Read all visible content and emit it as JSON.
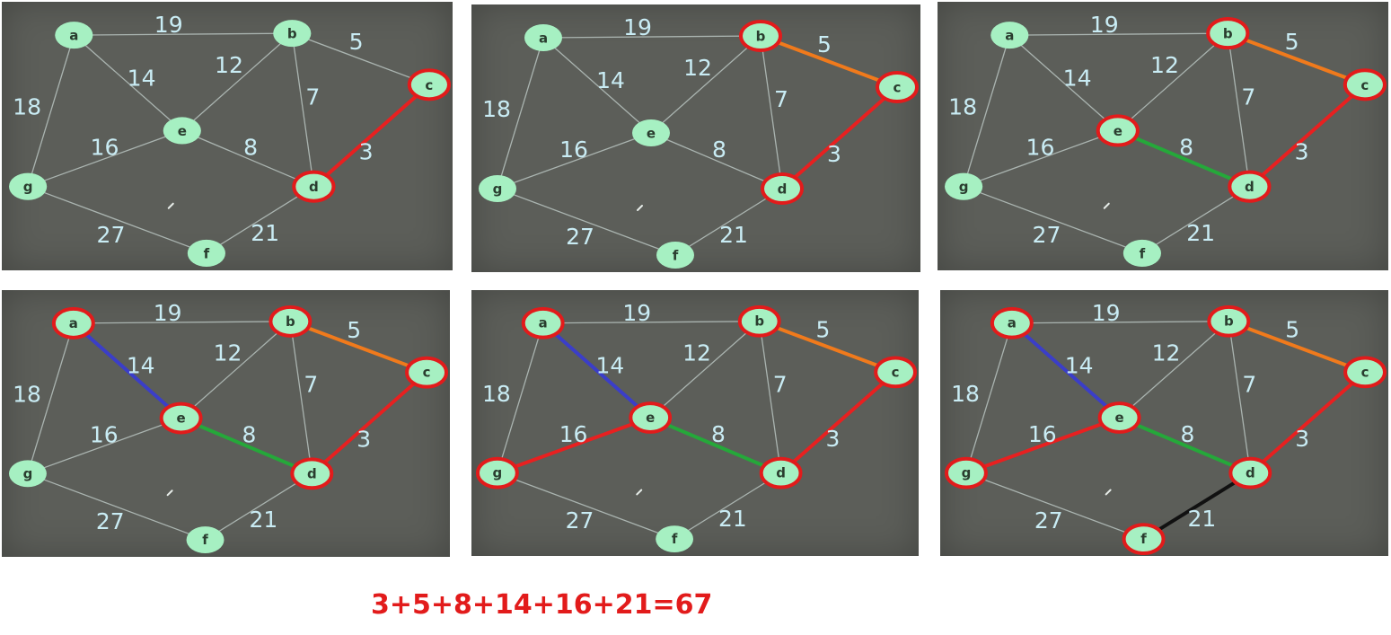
{
  "graph": {
    "nodes": [
      {
        "id": "a",
        "label": "a"
      },
      {
        "id": "b",
        "label": "b"
      },
      {
        "id": "c",
        "label": "c"
      },
      {
        "id": "d",
        "label": "d"
      },
      {
        "id": "e",
        "label": "e"
      },
      {
        "id": "f",
        "label": "f"
      },
      {
        "id": "g",
        "label": "g"
      }
    ],
    "edges": [
      {
        "from": "a",
        "to": "b",
        "weight": "19"
      },
      {
        "from": "a",
        "to": "g",
        "weight": "18"
      },
      {
        "from": "a",
        "to": "e",
        "weight": "14"
      },
      {
        "from": "b",
        "to": "e",
        "weight": "12"
      },
      {
        "from": "b",
        "to": "c",
        "weight": "5"
      },
      {
        "from": "b",
        "to": "d",
        "weight": "7"
      },
      {
        "from": "c",
        "to": "d",
        "weight": "3"
      },
      {
        "from": "e",
        "to": "d",
        "weight": "8"
      },
      {
        "from": "e",
        "to": "g",
        "weight": "16"
      },
      {
        "from": "g",
        "to": "f",
        "weight": "27"
      },
      {
        "from": "f",
        "to": "d",
        "weight": "21"
      }
    ]
  },
  "colors": {
    "panel_background": "#5c5e59",
    "node_fill": "#a6f0c2",
    "node_selected_ring": "#e21b1b",
    "edge_default": "#aab4b0",
    "weight_label": "#c9ecf4",
    "summary_text": "#e21b1b"
  },
  "steps": [
    {
      "selected_nodes": [
        "c",
        "d"
      ],
      "highlighted_edges": [
        {
          "from": "c",
          "to": "d",
          "color": "#e82020"
        }
      ]
    },
    {
      "selected_nodes": [
        "b",
        "c",
        "d"
      ],
      "highlighted_edges": [
        {
          "from": "c",
          "to": "d",
          "color": "#e82020"
        },
        {
          "from": "b",
          "to": "c",
          "color": "#f07a1c"
        }
      ]
    },
    {
      "selected_nodes": [
        "b",
        "c",
        "d",
        "e"
      ],
      "highlighted_edges": [
        {
          "from": "c",
          "to": "d",
          "color": "#e82020"
        },
        {
          "from": "b",
          "to": "c",
          "color": "#f07a1c"
        },
        {
          "from": "e",
          "to": "d",
          "color": "#25a83a"
        }
      ]
    },
    {
      "selected_nodes": [
        "a",
        "b",
        "c",
        "d",
        "e"
      ],
      "highlighted_edges": [
        {
          "from": "c",
          "to": "d",
          "color": "#e82020"
        },
        {
          "from": "b",
          "to": "c",
          "color": "#f07a1c"
        },
        {
          "from": "e",
          "to": "d",
          "color": "#25a83a"
        },
        {
          "from": "a",
          "to": "e",
          "color": "#3b3ec8"
        }
      ]
    },
    {
      "selected_nodes": [
        "a",
        "b",
        "c",
        "d",
        "e",
        "g"
      ],
      "highlighted_edges": [
        {
          "from": "c",
          "to": "d",
          "color": "#e82020"
        },
        {
          "from": "b",
          "to": "c",
          "color": "#f07a1c"
        },
        {
          "from": "e",
          "to": "d",
          "color": "#25a83a"
        },
        {
          "from": "a",
          "to": "e",
          "color": "#3b3ec8"
        },
        {
          "from": "e",
          "to": "g",
          "color": "#e82020"
        }
      ]
    },
    {
      "selected_nodes": [
        "a",
        "b",
        "c",
        "d",
        "e",
        "f",
        "g"
      ],
      "highlighted_edges": [
        {
          "from": "c",
          "to": "d",
          "color": "#e82020"
        },
        {
          "from": "b",
          "to": "c",
          "color": "#f07a1c"
        },
        {
          "from": "e",
          "to": "d",
          "color": "#25a83a"
        },
        {
          "from": "a",
          "to": "e",
          "color": "#3b3ec8"
        },
        {
          "from": "e",
          "to": "g",
          "color": "#e82020"
        },
        {
          "from": "f",
          "to": "d",
          "color": "#111111"
        }
      ]
    }
  ],
  "summary": "3+5+8+14+16+21=67"
}
